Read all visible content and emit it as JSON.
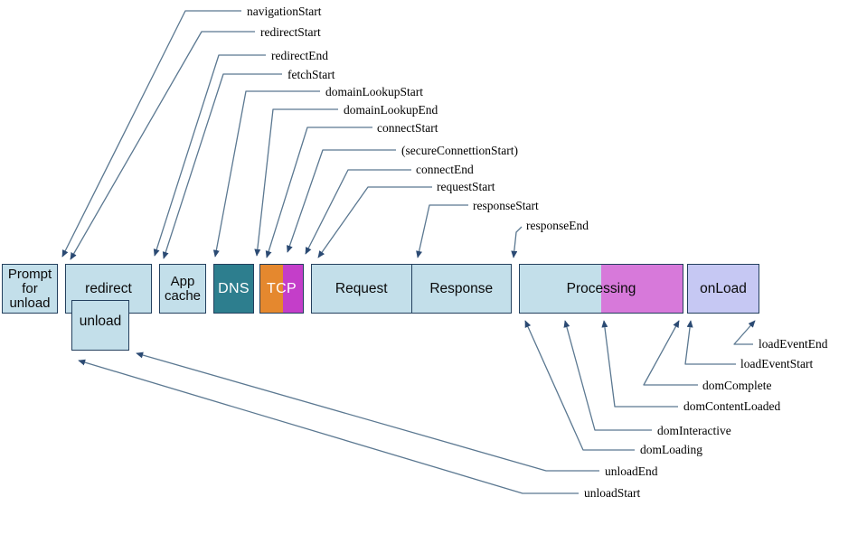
{
  "diagram": {
    "subject": "navigation-timing-timeline",
    "top_labels": [
      "navigationStart",
      "redirectStart",
      "redirectEnd",
      "fetchStart",
      "domainLookupStart",
      "domainLookupEnd",
      "connectStart",
      "(secureConnettionStart)",
      "connectEnd",
      "requestStart",
      "responseStart",
      "responseEnd"
    ],
    "bottom_labels": [
      "loadEventEnd",
      "loadEventStart",
      "domComplete",
      "domContentLoaded",
      "domInteractive",
      "domLoading",
      "unloadEnd",
      "unloadStart"
    ],
    "boxes": {
      "prompt": "Prompt for unload",
      "redirect": "redirect",
      "unload": "unload",
      "app_cache": "App cache",
      "dns": "DNS",
      "tcp": "TCP",
      "request": "Request",
      "response": "Response",
      "processing": "Processing",
      "onload": "onLoad"
    },
    "colors": {
      "box_fill_light_blue": "#c3dfea",
      "box_border": "#24405e",
      "dns_teal": "#2d7e8e",
      "tcp_orange": "#e5882e",
      "tcp_magenta": "#c43ec9",
      "processing_orchid": "#d779da",
      "onload_lavender": "#c6c8f3",
      "connector_line": "#5b7891",
      "arrowhead": "#2b4a73"
    }
  }
}
